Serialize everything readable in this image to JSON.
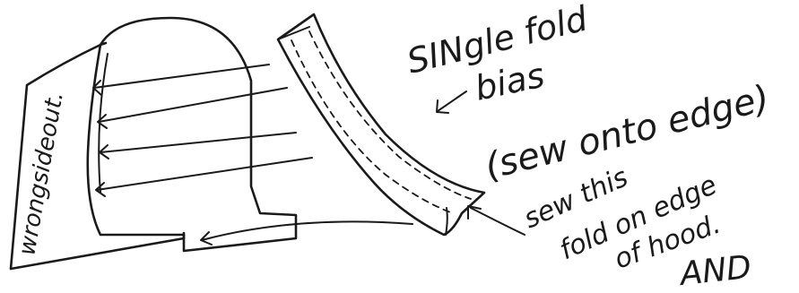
{
  "labels": {
    "top_fragment": "",
    "wrong_side_out": "wrongsideout.",
    "single_fold_line1": "SINgle fold",
    "single_fold_line2": "bias",
    "sew_onto_edge": "(sew onto edge)",
    "sew_this_line1": "sew this",
    "sew_this_line2": "fold on edge",
    "sew_this_line3": "of hood.",
    "and": "AND"
  },
  "colors": {
    "ink": "#1a1a1a",
    "paper": "#ffffff"
  }
}
